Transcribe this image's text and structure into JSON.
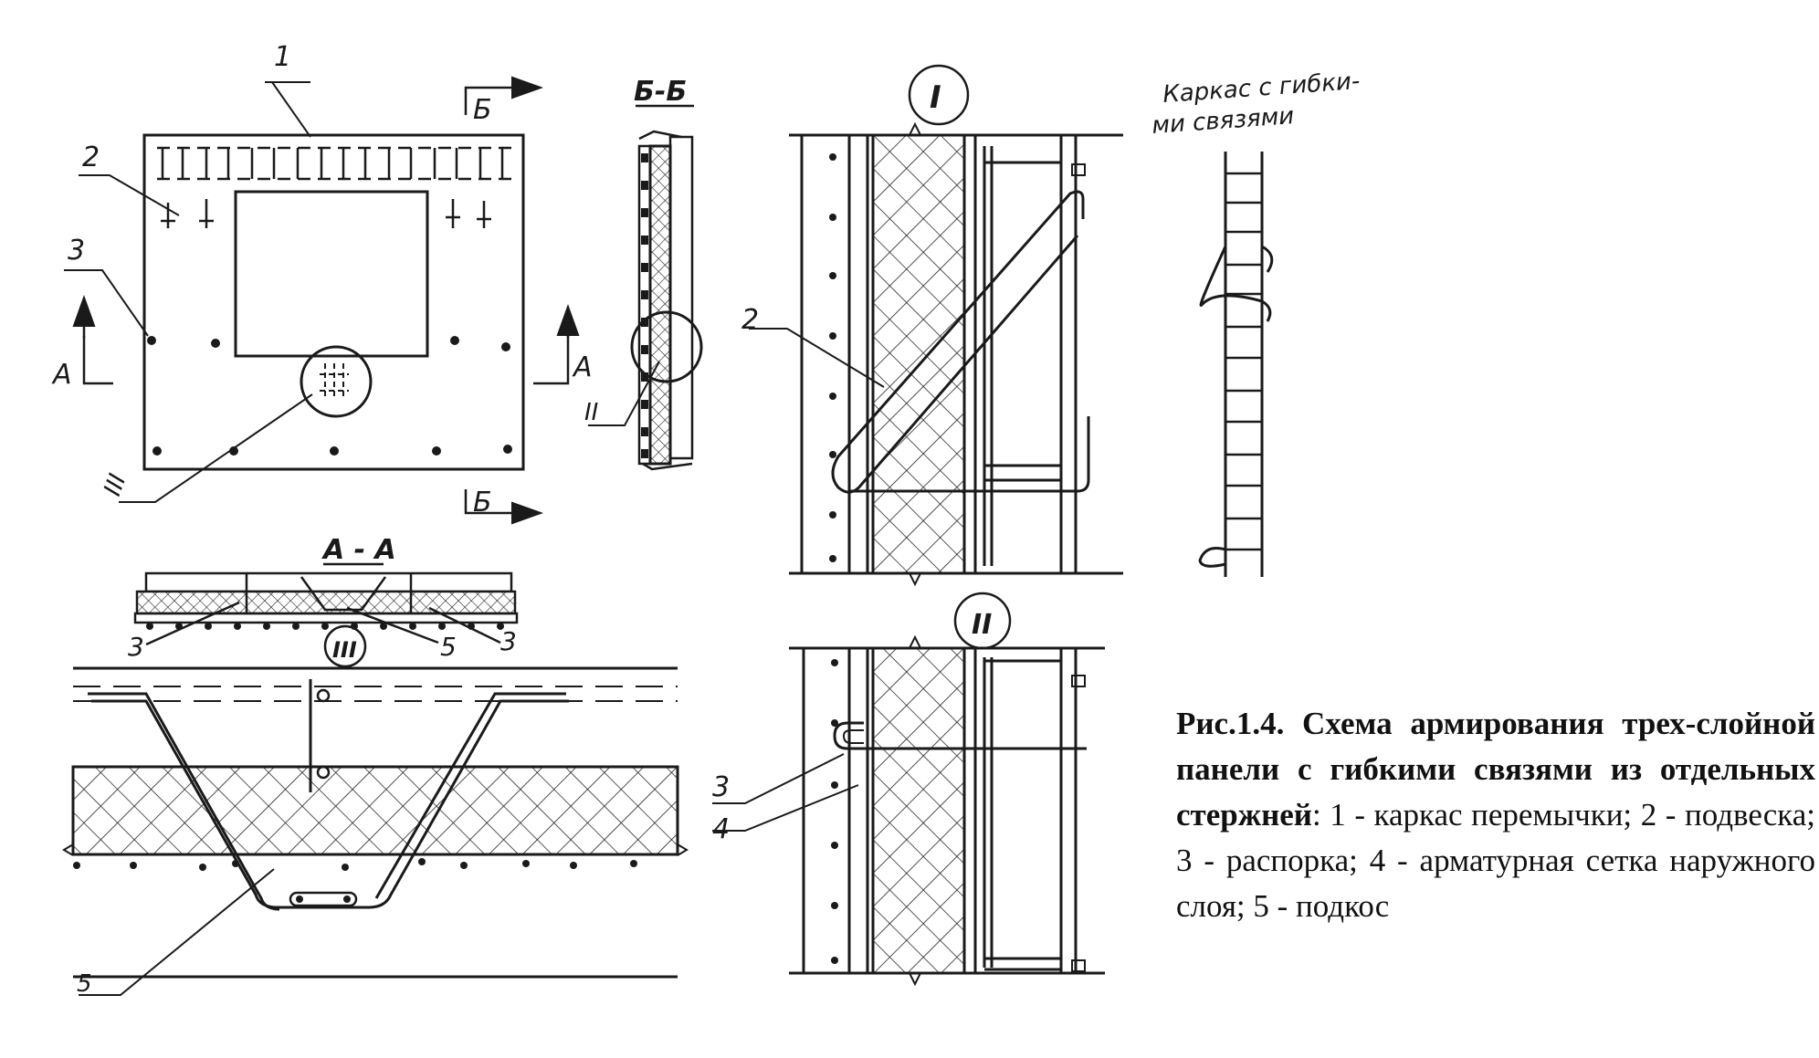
{
  "caption": {
    "title": "Рис.1.4. Схема армирования трех-слойной панели с гибкими связями из отдельных стержней",
    "legend": ": 1 - каркас перемычки; 2 - подвеска; 3 - распорка; 4 - арматурная сетка наружного слоя; 5 - подкос"
  },
  "panel_view": {
    "callout_1": "1",
    "callout_2": "2",
    "callout_3": "3",
    "detail_III": "III",
    "section_A_left": "А",
    "section_A_right": "А",
    "section_B_top": "Б",
    "section_B_bottom": "Б"
  },
  "section_BB": {
    "title": "Б-Б",
    "detail_II": "II"
  },
  "section_AA": {
    "title": "А - А",
    "callout_3_left": "3",
    "callout_5": "5",
    "callout_3_right": "3"
  },
  "detail_III_view": {
    "title": "III",
    "callout_5": "5"
  },
  "detail_I_view": {
    "title": "I",
    "callout_2": "2"
  },
  "detail_II_view": {
    "title": "II",
    "callout_3": "3",
    "callout_4": "4"
  },
  "frame_view": {
    "title_line1": "Каркас с гибки-",
    "title_line2": "ми связями"
  }
}
